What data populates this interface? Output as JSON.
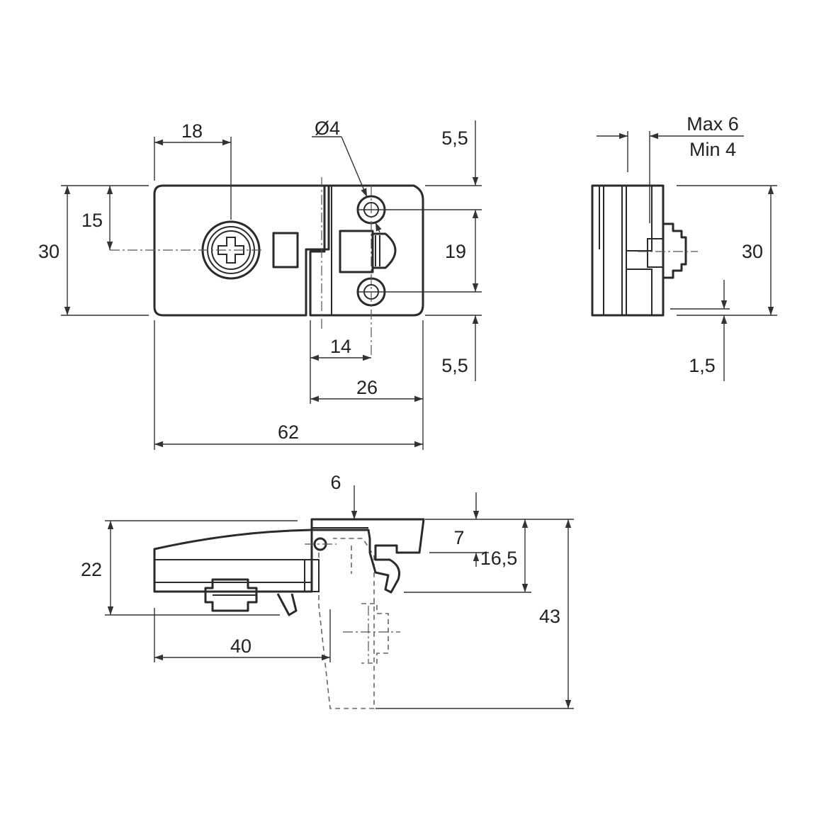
{
  "drawing": {
    "colors": {
      "line": "#2a2a2a",
      "background": "#ffffff"
    },
    "front_view": {
      "dims": {
        "width_18": "18",
        "height_30": "30",
        "height_15": "15",
        "hole_diameter": "Ø4",
        "offset_top": "5,5",
        "hole_spacing": "19",
        "offset_bottom": "5,5",
        "width_14": "14",
        "width_26": "26",
        "width_62": "62"
      }
    },
    "side_view": {
      "dims": {
        "max_thickness": "Max 6",
        "min_thickness": "Min 4",
        "height_30": "30",
        "gap": "1,5"
      }
    },
    "bottom_view": {
      "dims": {
        "height_22": "22",
        "gap_6": "6",
        "height_7": "7",
        "height_16_5": "16,5",
        "height_43": "43",
        "length_40": "40"
      }
    }
  }
}
